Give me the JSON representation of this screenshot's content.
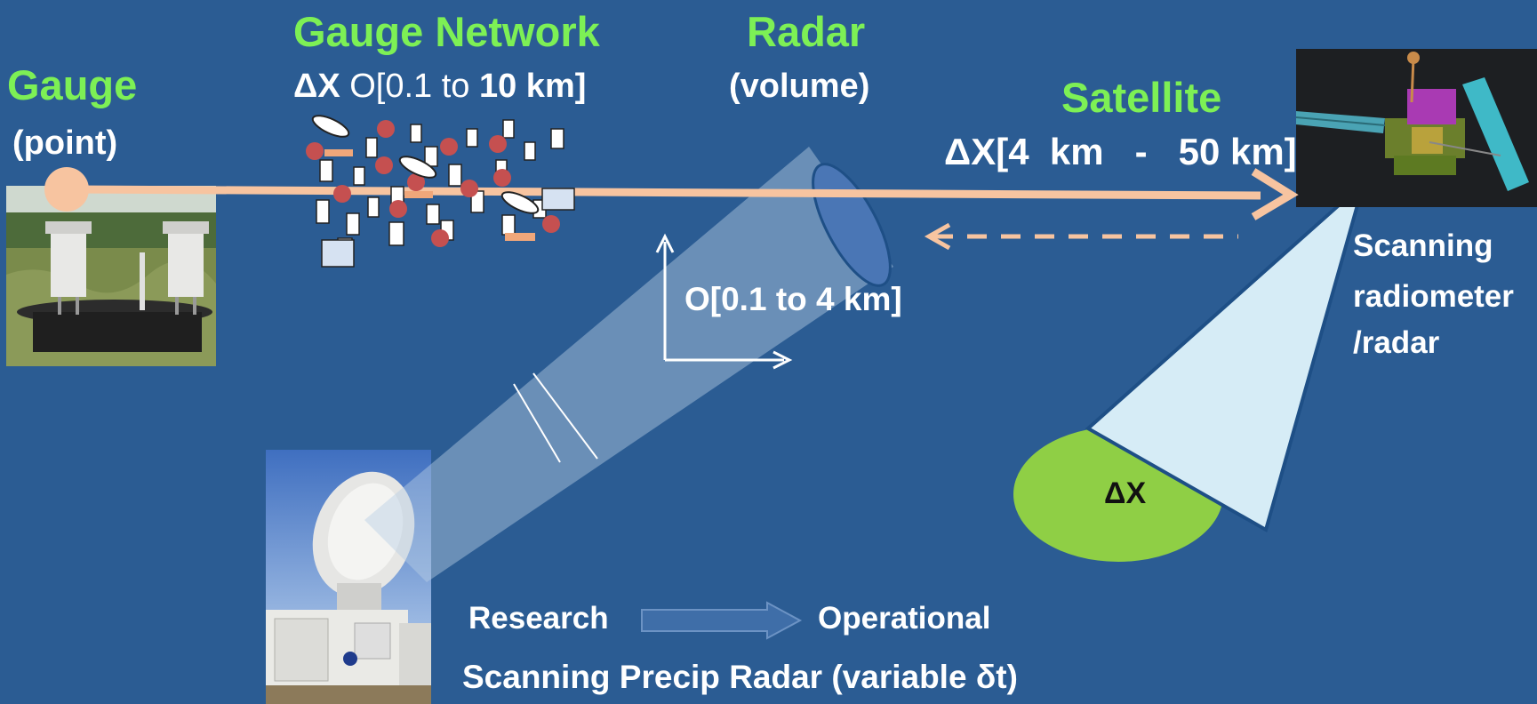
{
  "colors": {
    "background": "#2b5c93",
    "heading_green": "#7df055",
    "text_white": "#ffffff",
    "scale_line": "#f7c4a0",
    "radar_beam": "#8fb0d0",
    "satellite_cone": "#d6ecf6",
    "footprint": "#8fcf45"
  },
  "gauge": {
    "title": "Gauge",
    "subtitle": "(point)"
  },
  "gauge_network": {
    "title": "Gauge Network",
    "delta_symbol": "ΔX",
    "range_prefix": " O[0.1 to ",
    "range_bold": "10 km]"
  },
  "radar": {
    "title": "Radar",
    "subtitle": "(volume)",
    "beam_range": "O[0.1 to 4 km]"
  },
  "satellite": {
    "title": "Satellite",
    "resolution": "ΔX[4  km   -   50 km]",
    "instrument_line1": "Scanning",
    "instrument_line2": "radiometer",
    "instrument_line3": "/radar",
    "footprint_label": "ΔX"
  },
  "bottom": {
    "research": "Research",
    "operational": "Operational",
    "caption": "Scanning Precip Radar (variable δt)"
  },
  "icons": [
    "rain-gauge-photo",
    "gauge-network-icons",
    "radar-dish-photo",
    "radar-beam",
    "satellite-image",
    "scanning-cone",
    "footprint-ellipse"
  ]
}
